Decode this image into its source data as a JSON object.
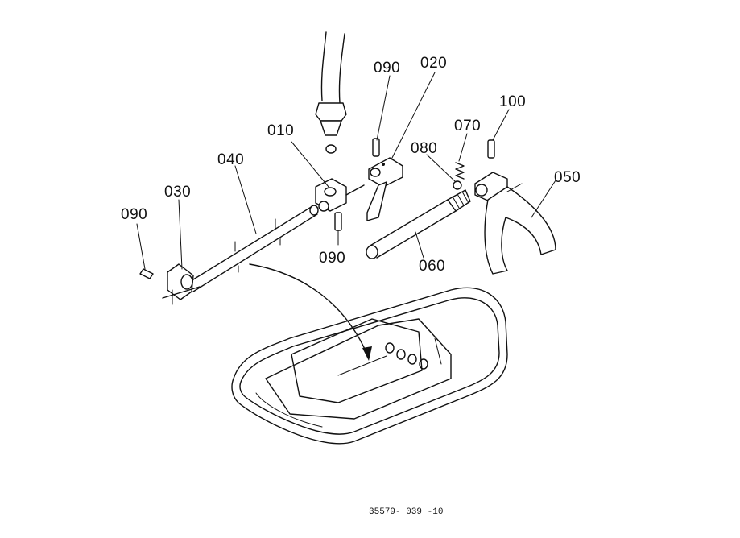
{
  "diagram": {
    "callouts": {
      "p010": "010",
      "p020": "020",
      "p030": "030",
      "p040": "040",
      "p050": "050",
      "p060": "060",
      "p070": "070",
      "p080": "080",
      "p090a": "090",
      "p090b": "090",
      "p090c": "090",
      "p100": "100"
    },
    "drawing_code": "35579- 039 -10",
    "line_color": "#111111",
    "background": "#ffffff"
  }
}
